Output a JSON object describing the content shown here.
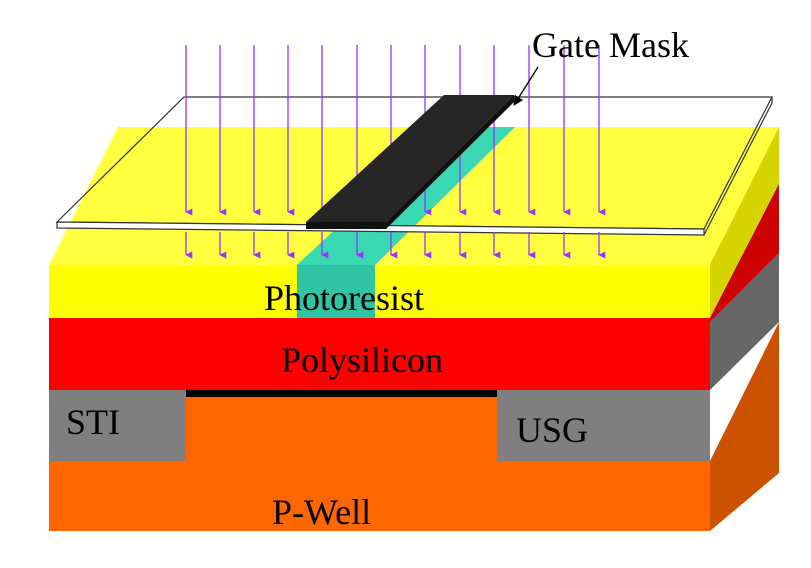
{
  "labels": {
    "gate_mask": "Gate Mask",
    "photoresist": "Photoresist",
    "polysilicon": "Polysilicon",
    "sti": "STI",
    "usg": "USG",
    "p_well": "P-Well"
  },
  "colors": {
    "photoresist_front": "#ffff00",
    "photoresist_top": "#ffff40",
    "photoresist_side": "#d6d400",
    "exposed_front": "#2ec4a4",
    "exposed_top": "#3ad7b3",
    "polysilicon_front": "#ff0000",
    "polysilicon_side": "#cc0000",
    "oxide_front": "#7f7f7f",
    "oxide_side": "#666666",
    "pwell_front": "#ff6600",
    "pwell_side": "#cc5200",
    "gate_oxide": "#000000",
    "mask_chrome": "#262626",
    "uv_light": "#9933ff"
  },
  "icons": {
    "uv_arrow": "arrow-down-icon",
    "label_pointer": "arrow-icon"
  }
}
